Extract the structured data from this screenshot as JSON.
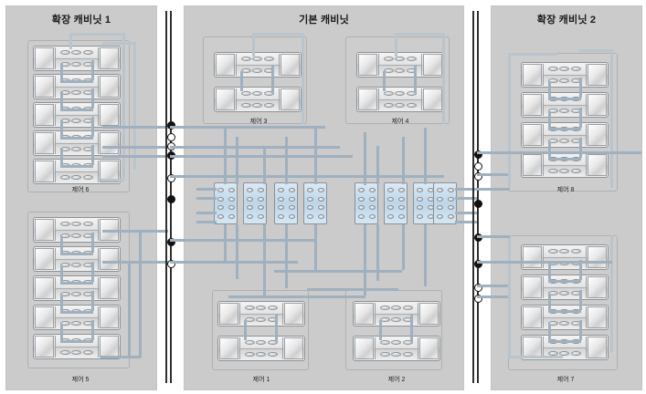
{
  "diagram": {
    "title_left": "확장 캐비닛 1",
    "title_center": "기본 캐비닛",
    "title_right": "확장 캐비닛 2",
    "colors": {
      "panel": "#cbcbcb",
      "shelf_border": "#8c9196",
      "controller_fill": "#bcd6ea",
      "cable": "#9fb0bf",
      "cable_light": "#b9c4cc",
      "rail": "#2b2b2b"
    }
  },
  "cabinets": [
    {
      "id": "expansion-1",
      "title": "확장 캐비닛 1",
      "groups": [
        {
          "id": "chain-6-upper",
          "label": "제어 6",
          "shelf_count": 5
        },
        {
          "id": "chain-5-lower",
          "label": "제어 5",
          "shelf_count": 5
        }
      ]
    },
    {
      "id": "base",
      "title": "기본 캐비닛",
      "groups": [
        {
          "id": "chain-3",
          "label": "제어 3",
          "shelf_count": 2
        },
        {
          "id": "chain-4",
          "label": "제어 4",
          "shelf_count": 2
        },
        {
          "id": "chain-1",
          "label": "제어 1",
          "shelf_count": 2
        },
        {
          "id": "chain-2",
          "label": "제어 2",
          "shelf_count": 2
        }
      ],
      "controllers": [
        {
          "id": "ctrl-a1"
        },
        {
          "id": "ctrl-a2"
        },
        {
          "id": "ctrl-a3"
        },
        {
          "id": "ctrl-a4"
        },
        {
          "id": "ctrl-b1"
        },
        {
          "id": "ctrl-b2"
        },
        {
          "id": "ctrl-b3"
        },
        {
          "id": "ctrl-b4"
        }
      ]
    },
    {
      "id": "expansion-2",
      "title": "확장 캐비닛 2",
      "groups": [
        {
          "id": "chain-8-upper",
          "label": "제어 8",
          "shelf_count": 4
        },
        {
          "id": "chain-7-lower",
          "label": "제어 7",
          "shelf_count": 4
        }
      ]
    }
  ],
  "labels": {
    "chain1": "제어 1",
    "chain2": "제어 2",
    "chain3": "제어 3",
    "chain4": "제어 4",
    "chain5": "제어 5",
    "chain6": "제어 6",
    "chain7": "제어 7",
    "chain8": "제어 8"
  },
  "rails": {
    "left": {
      "dots": [
        "solid",
        "open",
        "open",
        "solid",
        "open",
        "solid",
        "solid",
        "open"
      ]
    },
    "right": {
      "dots": [
        "solid",
        "open",
        "open",
        "solid",
        "solid",
        "solid",
        "open",
        "open"
      ]
    }
  }
}
